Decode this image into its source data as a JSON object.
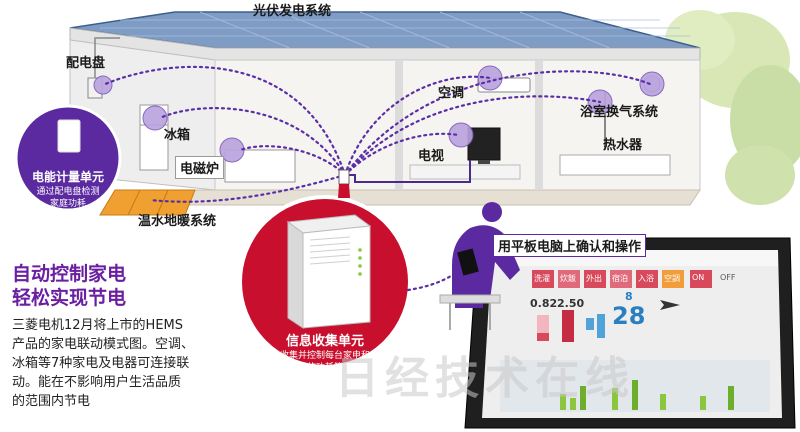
{
  "labels": {
    "solar": "光伏发电系统",
    "panel": "配电盘",
    "aircon": "空调",
    "bath_fan": "浴室换气系统",
    "water_heater": "热水器",
    "fridge": "冰箱",
    "induction": "电磁炉",
    "tv": "电视",
    "floor_heating": "温水地暖系统",
    "tablet_op": "用平板电脑上确认和操作"
  },
  "meter": {
    "title": "电能计量单元",
    "desc_line1": "通过配电盘检测",
    "desc_line2": "家庭功耗"
  },
  "collector": {
    "title": "信息收集单元",
    "desc_line1": "收集并控制每台家电和",
    "desc_line2": "电器的功耗等信息"
  },
  "headline": {
    "line1": "自动控制家电",
    "line2": "轻松实现节电"
  },
  "body": {
    "line1": "三菱电机12月将上市的HEMS",
    "line2": "产品的家电联动模式图。空调、",
    "line3": "冰箱等7种家电及电器可连接联",
    "line4": "动。能在不影响用户生活品质",
    "line5": "的范围内节电"
  },
  "tablet": {
    "tabs": [
      "洗濯",
      "炊飯",
      "外出",
      "宿泊",
      "入浴",
      "空調"
    ],
    "readouts": [
      "0.82",
      "2.50",
      "8"
    ],
    "big_number": "28",
    "status_label": "ON",
    "status_label2": "OFF"
  },
  "watermark": "日经技术在线",
  "colors": {
    "accent_purple": "#6a1fa0",
    "collector_red": "#c8102e",
    "roof_blue": "#6d8db8",
    "floor_orange": "#f0a030"
  }
}
